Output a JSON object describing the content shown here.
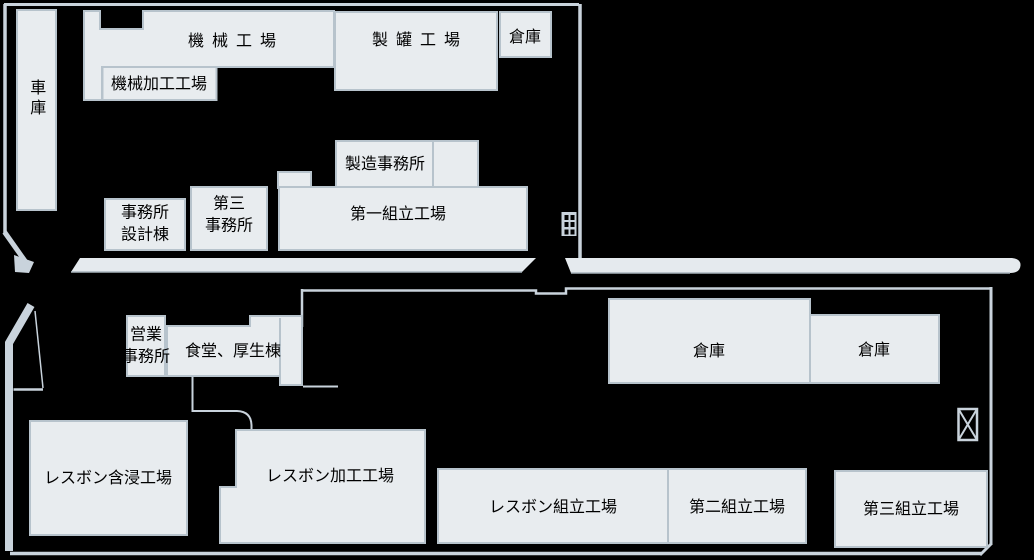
{
  "map_title": "factory-site-plan",
  "colors": {
    "background": "#000000",
    "building_fill": "#e8ecef",
    "building_border": "#b7c3cc",
    "boundary_line": "#c9d3dc",
    "road_fill": "#e5eaee",
    "road_edge": "#a9b5be",
    "label_text": "#000000"
  },
  "buildings": [
    {
      "label": "車庫"
    },
    {
      "label": "機械工場"
    },
    {
      "label": "機械加工工場"
    },
    {
      "label": "製罐工場"
    },
    {
      "label": "倉庫"
    },
    {
      "label": "製造事務所"
    },
    {
      "label": "第一組立工場"
    },
    {
      "label": "第三事務所",
      "lines": [
        "第三",
        "事務所"
      ]
    },
    {
      "label": "事務所設計棟",
      "lines": [
        "事務所",
        "設計棟"
      ]
    },
    {
      "label": "営業事務所",
      "lines": [
        "営業",
        "事務所"
      ]
    },
    {
      "label": "食堂、厚生棟"
    },
    {
      "label": "倉庫"
    },
    {
      "label": "倉庫"
    },
    {
      "label": "レスボン含浸工場"
    },
    {
      "label": "レスボン加工工場"
    },
    {
      "label": "レスボン組立工場"
    },
    {
      "label": "第二組立工場"
    },
    {
      "label": "第三組立工場"
    }
  ],
  "icons": [
    {
      "name": "grid-gate-icon",
      "shape": "2x3-window-grid"
    },
    {
      "name": "x-gate-icon",
      "shape": "box-with-x"
    }
  ]
}
